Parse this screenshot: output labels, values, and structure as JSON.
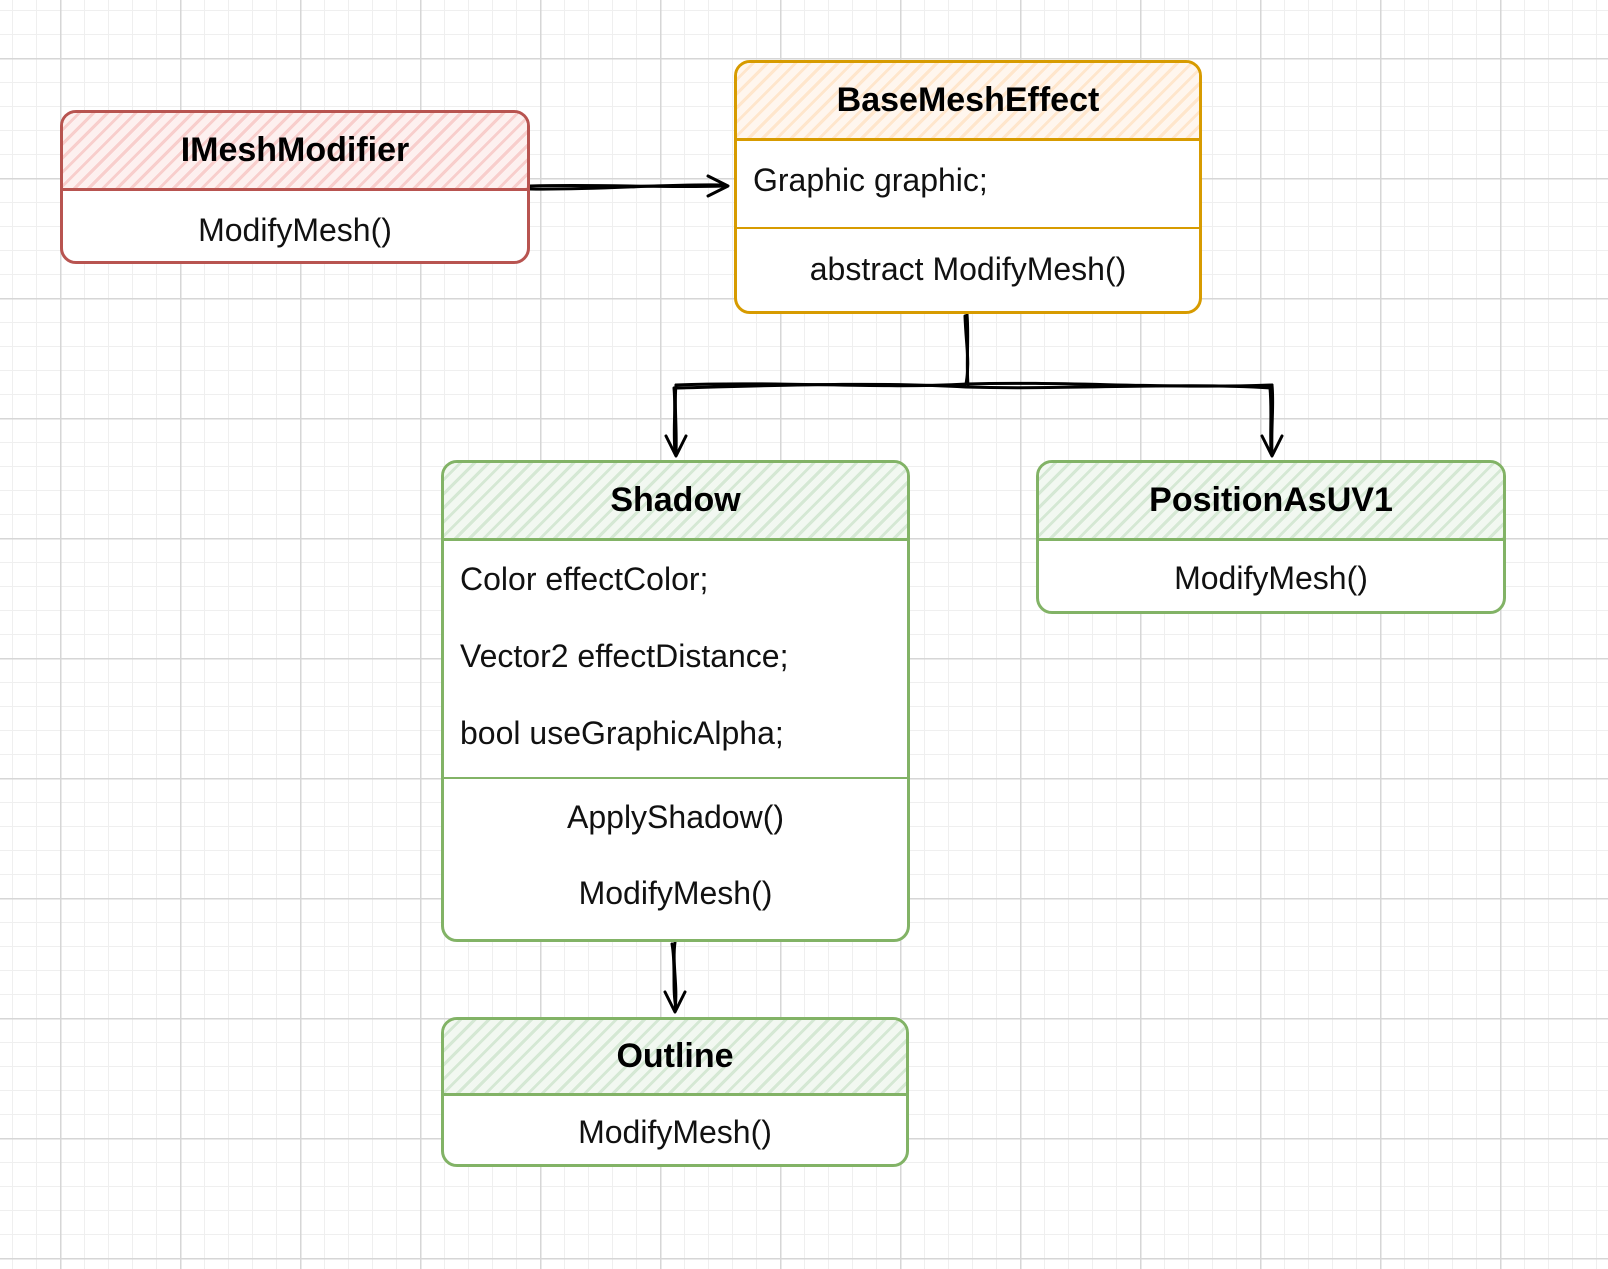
{
  "colors": {
    "red_stroke": "#b85450",
    "red_fill": "#f8cecc",
    "orange_stroke": "#d79b00",
    "orange_fill": "#ffe6cc",
    "green_stroke": "#82b366",
    "green_fill": "#d5e8d4",
    "arrow": "#000000",
    "grid": "#d6d6d6"
  },
  "classes": {
    "imeshmodifier": {
      "name": "IMeshModifier",
      "methods": [
        "ModifyMesh()"
      ]
    },
    "basemesheffect": {
      "name": "BaseMeshEffect",
      "fields": [
        "Graphic graphic;"
      ],
      "methods": [
        "abstract ModifyMesh()"
      ]
    },
    "shadow": {
      "name": "Shadow",
      "fields": [
        "Color effectColor;",
        "Vector2 effectDistance;",
        "bool useGraphicAlpha;"
      ],
      "methods": [
        "ApplyShadow()",
        "ModifyMesh()"
      ]
    },
    "positionasuv1": {
      "name": "PositionAsUV1",
      "methods": [
        "ModifyMesh()"
      ]
    },
    "outline": {
      "name": "Outline",
      "methods": [
        "ModifyMesh()"
      ]
    }
  }
}
